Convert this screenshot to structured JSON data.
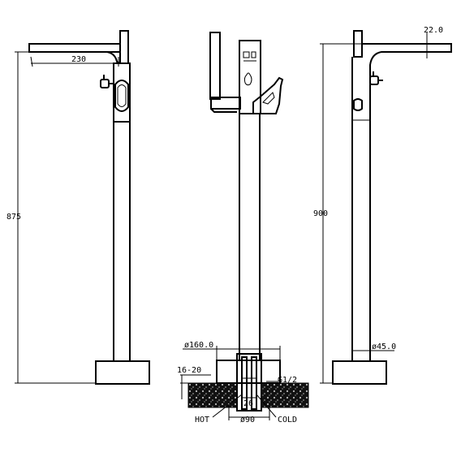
{
  "dimensions": {
    "spout_length": "230",
    "height_left": "875",
    "height_right": "900",
    "spout_thickness": "22.0",
    "base_diameter": "ø160.0",
    "pipe_diameter": "ø45.0",
    "floor_depth": "16-20",
    "thread": "G1/2",
    "pipe_spacing": "26",
    "sleeve_diameter": "ø90"
  },
  "labels": {
    "hot": "HOT",
    "cold": "COLD"
  }
}
